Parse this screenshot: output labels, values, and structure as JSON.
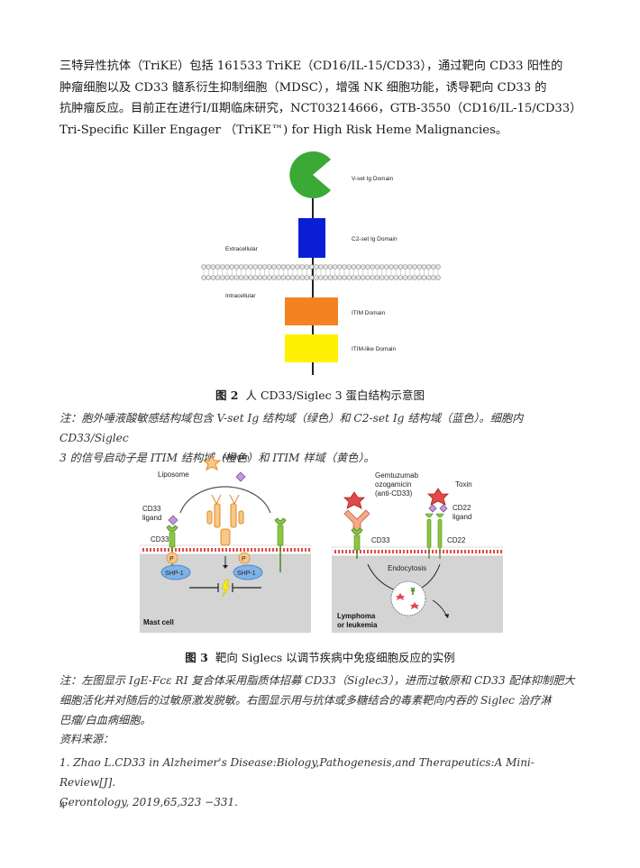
{
  "paragraph": {
    "line1": "三特异性抗体（TriKE）包括 161533 TriKE（CD16/IL-15/CD33），通过靶向 CD33 阳性的",
    "line2": "肿瘤细胞以及 CD33 髓系衍生抑制细胞（MDSC），增强 NK 细胞功能，诱导靶向 CD33 的",
    "line3": "抗肿瘤反应。目前正在进行Ⅰ/Ⅱ期临床研究，NCT03214666，GTB-3550（CD16/IL-15/CD33）",
    "line4": "Tri-Specific Killer Engager （TriKE™) for High Risk Heme Malignancies。"
  },
  "figure2": {
    "labels": {
      "vset": "V-set Ig Domain",
      "c2set": "C2-set Ig Domain",
      "extracellular": "Extracellular",
      "intracellular": "Intracellular",
      "itim": "ITIM Domain",
      "itimlike": "ITIM-like Domain"
    },
    "colors": {
      "vset": "#3aa935",
      "c2set": "#0a1ed6",
      "itim": "#f58220",
      "itimlike": "#fff200"
    },
    "caption_num": "图 2",
    "caption_text": "人 CD33/Siglec 3 蛋白结构示意图",
    "note_line1": "注：胞外唾液酸敏感结构域包含 V-set Ig 结构域（绿色）和 C2-set Ig 结构域（蓝色）。细胞内 CD33/Siglec",
    "note_line2": "3 的信号启动子是 ITIM 结构域（橙色）和 ITIM 样域（黄色）。"
  },
  "figure3": {
    "left": {
      "allergen": "Allergen",
      "liposome": "Liposome",
      "cd33_ligand_1": "CD33",
      "cd33_ligand_2": "ligand",
      "cd33": "CD33",
      "p": "P",
      "shp1": "SHP-1",
      "mast_cell": "Mast cell"
    },
    "right": {
      "gemtuzumab_1": "Gemtuzumab",
      "gemtuzumab_2": "ozogamicin",
      "gemtuzumab_3": "(anti-CD33)",
      "toxin": "Toxin",
      "cd22_ligand_1": "CD22",
      "cd22_ligand_2": "ligand",
      "cd33": "CD33",
      "cd22": "CD22",
      "endocytosis": "Endocytosis",
      "lymphoma_1": "Lymphoma",
      "lymphoma_2": "or leukemia"
    },
    "caption_num": "图 3",
    "caption_text": "靶向 Siglecs 以调节疾病中免疫细胞反应的实例",
    "note_line1": "注：左图显示 IgE-Fcε RI 复合体采用脂质体招募 CD33（Siglec3），进而过敏原和 CD33 配体抑制肥大",
    "note_line2": "细胞活化并对随后的过敏原激发脱敏。右图显示用与抗体或多糖结合的毒素靶向内吞的 Siglec 治疗淋",
    "note_line3": "巴瘤/白血病细胞。"
  },
  "references": {
    "heading": "资料来源：",
    "ref1_line1": "1. Zhao L.CD33 in Alzheimer's Disease:Biology,Pathogenesis,and Therapeutics:A Mini-Review[J].",
    "ref1_line2": "Gerontology, 2019,65,323 −331."
  },
  "page_number": "4"
}
